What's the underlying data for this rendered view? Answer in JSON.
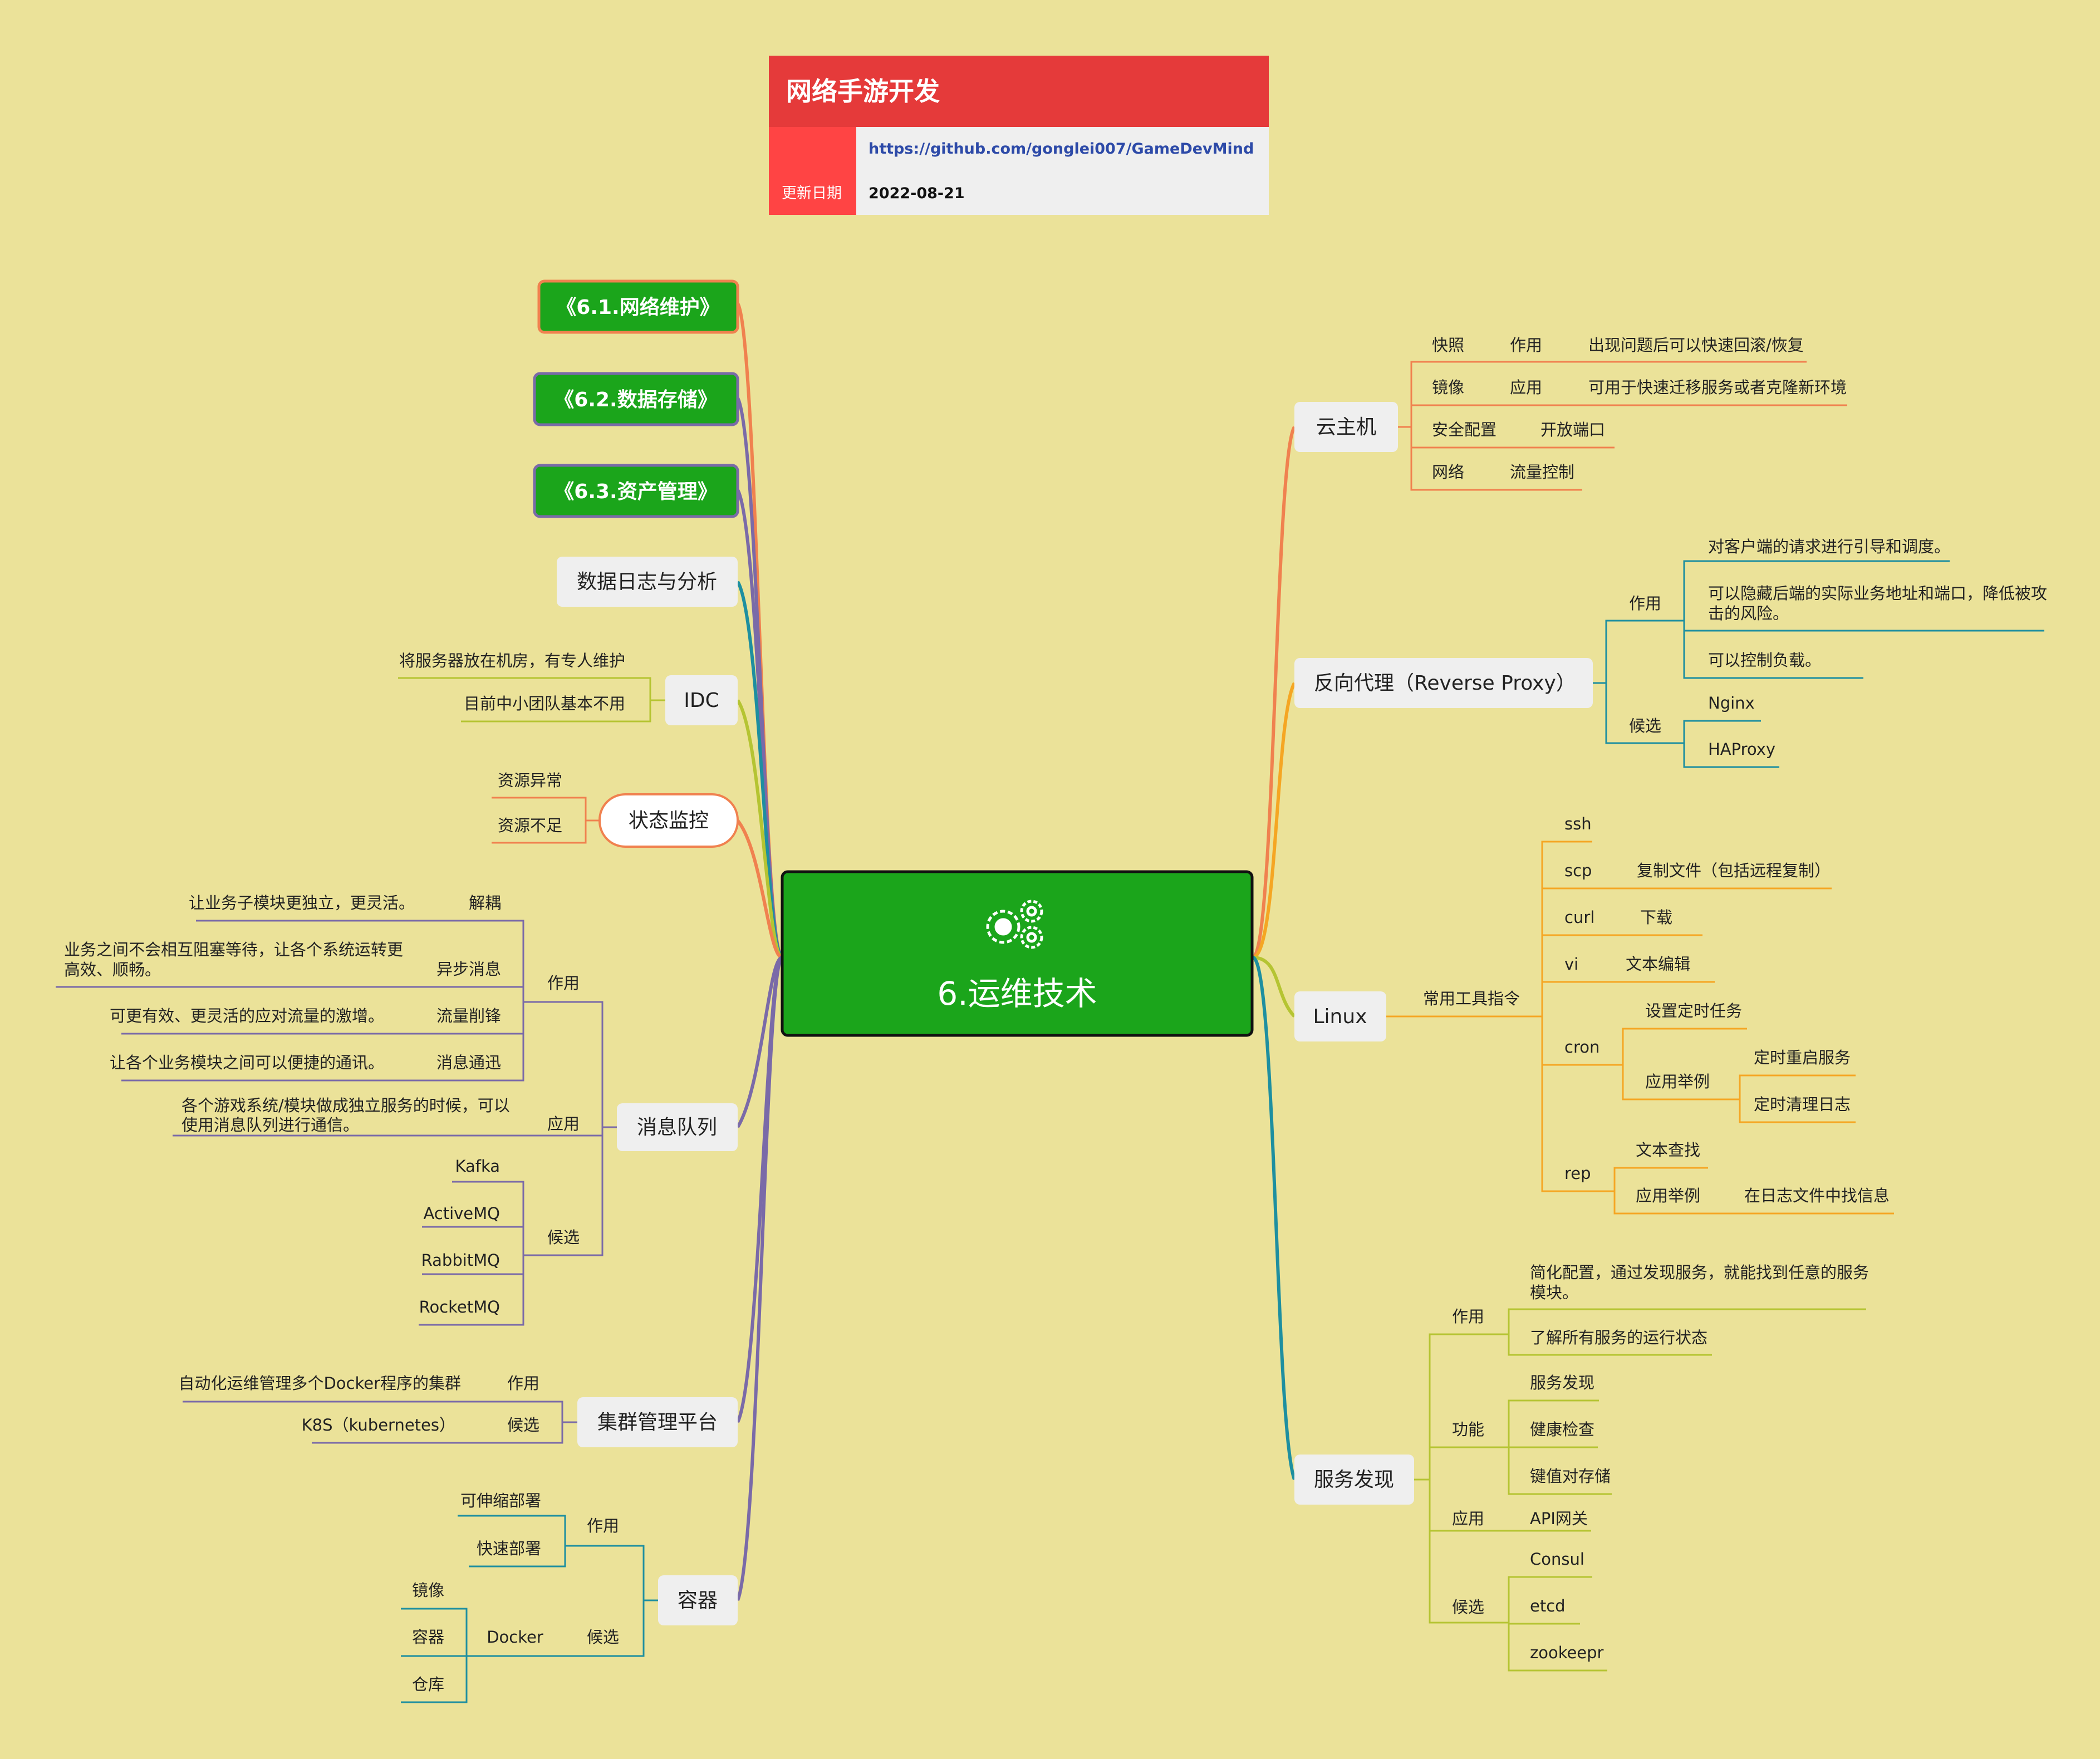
{
  "header": {
    "title": "网络手游开发",
    "link": "https://github.com/gonglei007/GameDevMind",
    "date_label": "更新日期",
    "date": "2022-08-21"
  },
  "center": {
    "title": "6.运维技术",
    "icon": "gears-icon"
  },
  "colors": {
    "background": "#ebe299",
    "green": "#1ba51b",
    "red": "#e53a3a",
    "orange": "#f0814f",
    "purple": "#7a6aa8",
    "teal": "#1e8fa0",
    "yellow_green": "#b5c432",
    "amber": "#f5a623"
  },
  "left": {
    "link1": "《6.1.网络维护》",
    "link2": "《6.2.数据存储》",
    "link3": "《6.3.资产管理》",
    "datalog": "数据日志与分析",
    "idc": {
      "label": "IDC",
      "items": [
        "将服务器放在机房，有专人维护",
        "目前中小团队基本不用"
      ]
    },
    "monitor": {
      "label": "状态监控",
      "items": [
        "资源异常",
        "资源不足"
      ]
    },
    "mq": {
      "label": "消息队列",
      "purpose": "作用",
      "purposes": [
        {
          "key": "解耦",
          "desc": "让业务子模块更独立，更灵活。"
        },
        {
          "key": "异步消息",
          "desc1": "业务之间不会相互阻塞等待，让各个系统运转更",
          "desc2": "高效、顺畅。"
        },
        {
          "key": "流量削锋",
          "desc": "可更有效、更灵活的应对流量的激增。"
        },
        {
          "key": "消息通迅",
          "desc": "让各个业务模块之间可以便捷的通讯。"
        }
      ],
      "app": "应用",
      "app_desc1": "各个游戏系统/模块做成独立服务的时候，可以",
      "app_desc2": "使用消息队列进行通信。",
      "cand": "候选",
      "cands": [
        "Kafka",
        "ActiveMQ",
        "RabbitMQ",
        "RocketMQ"
      ]
    },
    "cluster": {
      "label": "集群管理平台",
      "purpose": "作用",
      "purpose_desc": "自动化运维管理多个Docker程序的集群",
      "cand": "候选",
      "cand_desc": "K8S（kubernetes）"
    },
    "container": {
      "label": "容器",
      "purpose": "作用",
      "purposes": [
        "可伸缩部署",
        "快速部署"
      ],
      "cand": "候选",
      "docker": "Docker",
      "docker_items": [
        "镜像",
        "容器",
        "仓库"
      ]
    }
  },
  "right": {
    "cloud": {
      "label": "云主机",
      "rows": [
        {
          "a": "快照",
          "b": "作用",
          "c": "出现问题后可以快速回滚/恢复"
        },
        {
          "a": "镜像",
          "b": "应用",
          "c": "可用于快速迁移服务或者克隆新环境"
        },
        {
          "a": "安全配置",
          "b": "开放端口"
        },
        {
          "a": "网络",
          "b": "流量控制"
        }
      ]
    },
    "proxy": {
      "label": "反向代理（Reverse Proxy）",
      "purpose": "作用",
      "p1": "对客户端的请求进行引导和调度。",
      "p2a": "可以隐藏后端的实际业务地址和端口，降低被攻",
      "p2b": "击的风险。",
      "p3": "可以控制负载。",
      "cand": "候选",
      "cands": [
        "Nginx",
        "HAProxy"
      ]
    },
    "linux": {
      "label": "Linux",
      "tools": "常用工具指令",
      "ssh": "ssh",
      "scp": "scp",
      "scp_desc": "复制文件（包括远程复制）",
      "curl": "curl",
      "curl_desc": "下载",
      "vi": "vi",
      "vi_desc": "文本编辑",
      "cron": "cron",
      "cron_a": "设置定时任务",
      "cron_b": "应用举例",
      "cron_b1": "定时重启服务",
      "cron_b2": "定时清理日志",
      "rep": "rep",
      "rep_a": "文本查找",
      "rep_b": "应用举例",
      "rep_b1": "在日志文件中找信息"
    },
    "discovery": {
      "label": "服务发现",
      "purpose": "作用",
      "p1a": "简化配置，通过发现服务，就能找到任意的服务",
      "p1b": "模块。",
      "p2": "了解所有服务的运行状态",
      "func": "功能",
      "funcs": [
        "服务发现",
        "健康检查",
        "键值对存储"
      ],
      "app": "应用",
      "app_desc": "API网关",
      "cand": "候选",
      "cands": [
        "Consul",
        "etcd",
        "zookeepr"
      ]
    }
  }
}
